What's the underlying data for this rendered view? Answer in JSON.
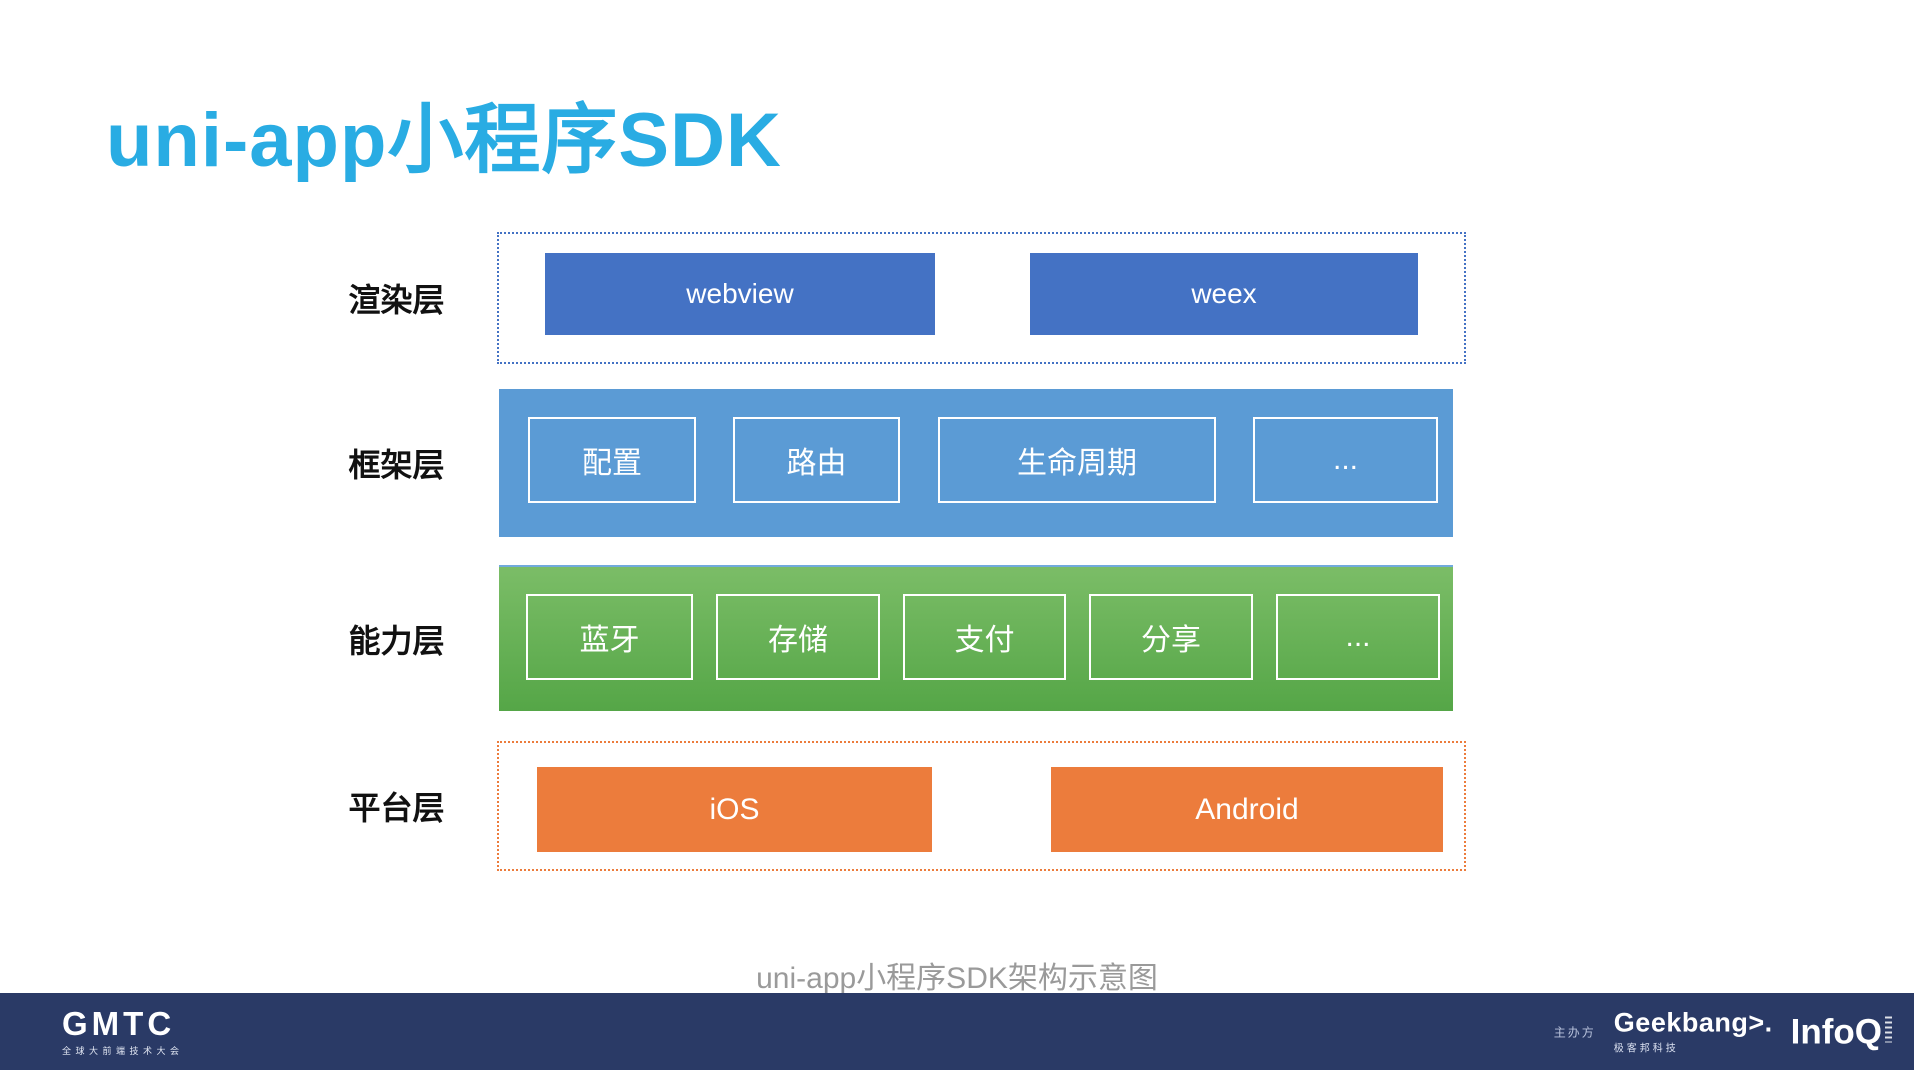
{
  "slide": {
    "title": "uni-app小程序SDK",
    "caption": "uni-app小程序SDK架构示意图"
  },
  "diagram": {
    "layers": [
      {
        "label": "渲染层",
        "style": "dotted-blue-frame",
        "items": [
          "webview",
          "weex"
        ]
      },
      {
        "label": "框架层",
        "style": "solid-blue-band",
        "items": [
          "配置",
          "路由",
          "生命周期",
          "..."
        ]
      },
      {
        "label": "能力层",
        "style": "solid-green-band",
        "items": [
          "蓝牙",
          "存储",
          "支付",
          "分享",
          "..."
        ]
      },
      {
        "label": "平台层",
        "style": "dotted-orange-frame",
        "items": [
          "iOS",
          "Android"
        ]
      }
    ]
  },
  "colors": {
    "title_accent": "#29ACE3",
    "render_box_blue": "#4472C4",
    "framework_band_blue": "#5B9BD5",
    "capability_green_top": "#7BBD67",
    "capability_green_bottom": "#55A647",
    "platform_orange": "#EC7C3C",
    "dotted_blue_border": "#4472C4",
    "dotted_orange_border": "#EC7C3C",
    "caption_gray": "#9A9A9A",
    "footer_navy": "#2A3A66"
  },
  "footer": {
    "organizer_label": "主办方",
    "gmtc": {
      "logo_text": "GMTC",
      "subtitle": "全球大前端技术大会"
    },
    "geekbang": {
      "logo_text": "Geekbang>.",
      "subtitle": "极客邦科技"
    },
    "infoq": {
      "logo_text": "InfoQ"
    }
  }
}
